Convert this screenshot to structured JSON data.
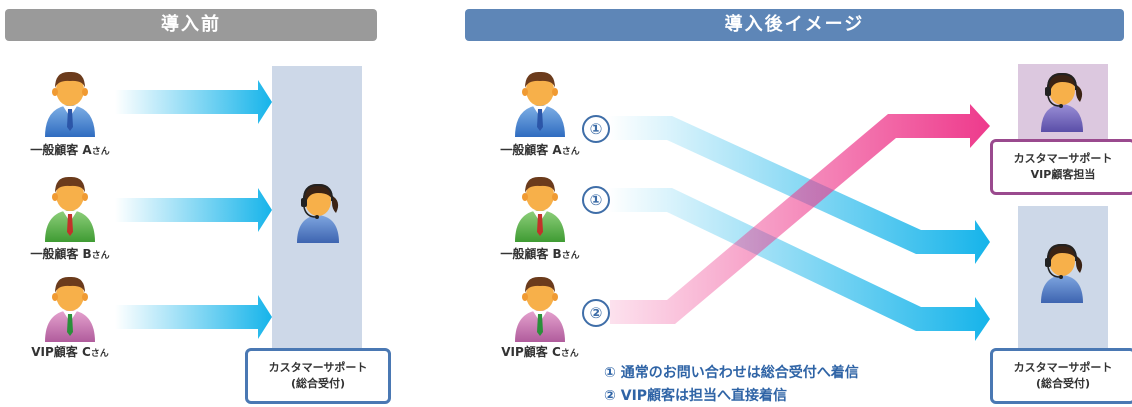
{
  "headers": {
    "before": "導入前",
    "after": "導入後イメージ"
  },
  "before": {
    "customers": [
      {
        "label": "一般顧客 A",
        "suffix": "さん",
        "icon": "businessman-blue-icon"
      },
      {
        "label": "一般顧客 B",
        "suffix": "さん",
        "icon": "businessman-green-icon"
      },
      {
        "label": "VIP顧客 C",
        "suffix": "さん",
        "icon": "businessman-purple-icon"
      }
    ],
    "support": {
      "line1": "カスタマーサポート",
      "line2": "(総合受付)",
      "icon": "operator-headset-icon"
    }
  },
  "after": {
    "customers": [
      {
        "label": "一般顧客 A",
        "suffix": "さん",
        "marker": "①"
      },
      {
        "label": "一般顧客 B",
        "suffix": "さん",
        "marker": "①"
      },
      {
        "label": "VIP顧客 C",
        "suffix": "さん",
        "marker": "②"
      }
    ],
    "vip_support": {
      "line1": "カスタマーサポート",
      "line2": "VIP顧客担当"
    },
    "general_support": {
      "line1": "カスタマーサポート",
      "line2": "(総合受付)"
    },
    "notes": [
      "① 通常のお問い合わせは総合受付へ着信",
      "② VIP顧客は担当へ直接着信"
    ]
  },
  "colors": {
    "header_before": "#9a9a9a",
    "header_after": "#5e86b7",
    "arrow_blue": "#16b4ea",
    "arrow_pink": "#ee3a8c",
    "panel_blue": "#cdd8e8",
    "panel_purple": "#dcc8df",
    "border_blue": "#4a78b3",
    "border_purple": "#9a4a8e"
  }
}
